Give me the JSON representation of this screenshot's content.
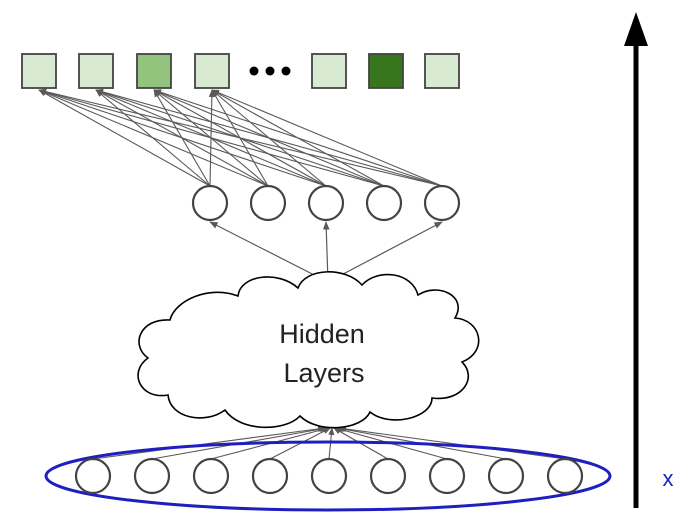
{
  "diagram": {
    "hidden_block": {
      "line1": "Hidden",
      "line2": "Layers"
    },
    "input_label": "x",
    "output_cells": [
      {
        "shade": "light"
      },
      {
        "shade": "light"
      },
      {
        "shade": "medium"
      },
      {
        "shade": "light"
      },
      {
        "shade": "ellipsis"
      },
      {
        "shade": "light"
      },
      {
        "shade": "dark"
      },
      {
        "shade": "light"
      }
    ],
    "colors": {
      "light": "#d9ead3",
      "medium": "#93c47d",
      "dark": "#38761d",
      "node_stroke": "#434343",
      "edge": "#595959",
      "input_ellipse": "#1f1fbf",
      "arrow": "#000000"
    }
  }
}
